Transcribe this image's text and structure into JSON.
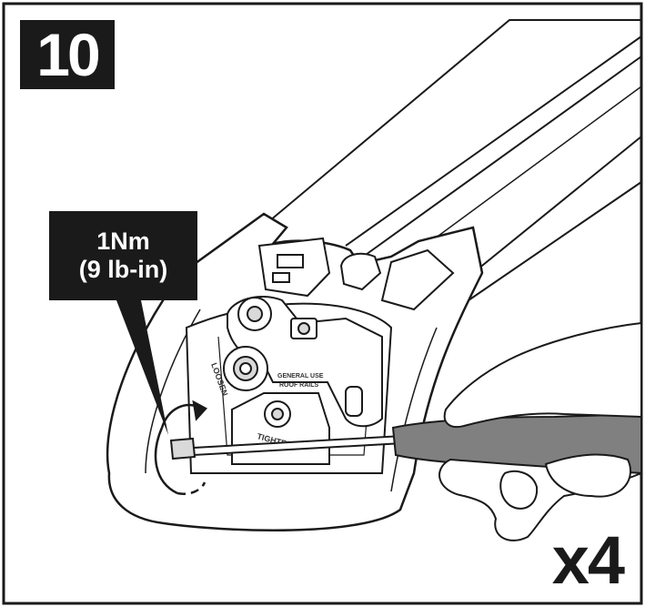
{
  "step": {
    "number": "10"
  },
  "torque": {
    "line1": "1Nm",
    "line2": "(9 lb-in)"
  },
  "quantity": {
    "label": "x4"
  },
  "engravings": {
    "loosen": "LOOSEN",
    "tighten": "TIGHTEN",
    "general_use": "GENERAL USE",
    "roof_rails": "ROOF RAILS"
  },
  "colors": {
    "frame": "#1a1a1a",
    "tool_handle": "#808080",
    "line": "#1a1a1a",
    "part_fill": "#ffffff",
    "shade": "#d9d9d9"
  }
}
